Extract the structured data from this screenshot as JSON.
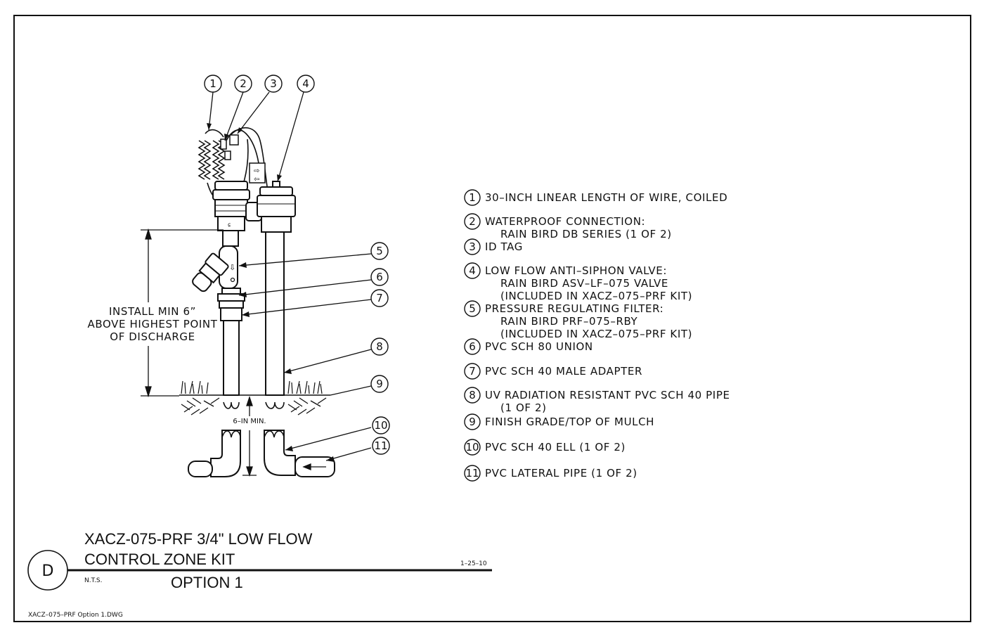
{
  "callout_numbers": [
    "1",
    "2",
    "3",
    "4",
    "5",
    "6",
    "7",
    "8",
    "9",
    "10",
    "11"
  ],
  "note": {
    "line1": "INSTALL MIN 6”",
    "line2": "ABOVE HIGHEST POINT",
    "line3": "OF DISCHARGE"
  },
  "dimension_label": "6–IN  MIN.",
  "legend": [
    {
      "num": "1",
      "lines": [
        "30–INCH LINEAR LENGTH OF WIRE, COILED"
      ]
    },
    {
      "num": "2",
      "lines": [
        "WATERPROOF CONNECTION:",
        "RAIN BIRD DB SERIES (1 OF 2)"
      ]
    },
    {
      "num": "3",
      "lines": [
        "ID TAG"
      ]
    },
    {
      "num": "4",
      "lines": [
        "LOW FLOW ANTI–SIPHON VALVE:",
        "RAIN BIRD ASV–LF–075 VALVE",
        "(INCLUDED IN XACZ–075–PRF KIT)"
      ]
    },
    {
      "num": "5",
      "lines": [
        "PRESSURE REGULATING FILTER:",
        "RAIN BIRD PRF–075–RBY",
        "(INCLUDED IN XACZ–075–PRF KIT)"
      ]
    },
    {
      "num": "6",
      "lines": [
        "PVC SCH 80 UNION"
      ]
    },
    {
      "num": "7",
      "lines": [
        "PVC SCH 40 MALE ADAPTER"
      ]
    },
    {
      "num": "8",
      "lines": [
        "UV RADIATION RESISTANT PVC SCH 40 PIPE",
        "(1 OF 2)"
      ]
    },
    {
      "num": "9",
      "lines": [
        "FINISH GRADE/TOP OF MULCH"
      ]
    },
    {
      "num": "10",
      "lines": [
        "PVC SCH 40 ELL (1 OF 2)"
      ]
    },
    {
      "num": "11",
      "lines": [
        "PVC LATERAL PIPE (1 OF 2)"
      ]
    }
  ],
  "title_block": {
    "detail_letter": "D",
    "title_line1": "XACZ-075-PRF 3/4\" LOW  FLOW",
    "title_line2": "CONTROL ZONE KIT",
    "scale": "N.T.S.",
    "option": "OPTION 1",
    "date": "1–25–10"
  },
  "file_name": "XACZ–075–PRF  Option  1.DWG"
}
